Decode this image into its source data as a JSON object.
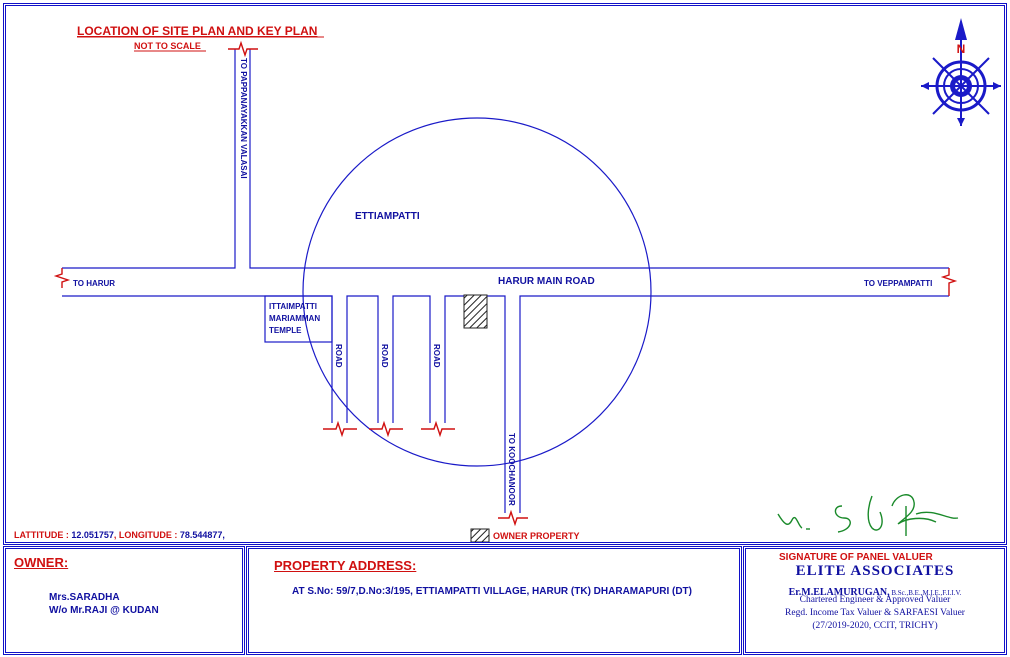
{
  "title": "LOCATION OF SITE PLAN AND KEY PLAN",
  "subtitle": "NOT TO SCALE",
  "map": {
    "village": "ETTIAMPATTI",
    "main_road": "HARUR MAIN ROAD",
    "to_harur": "TO HARUR",
    "to_veppampatti": "TO VEPPAMPATTI",
    "to_pappanayakkan": "TO PAPPANAYAKKAN VALASAI",
    "to_koochanoor": "TO KOOCHANOOR",
    "road": "ROAD",
    "temple_line1": "ITTAIMPATTI",
    "temple_line2": "MARIAMMAN",
    "temple_line3": "TEMPLE",
    "compass_n": "N"
  },
  "coords": {
    "lat_label": "LATTITUDE : ",
    "lat_value": "12.051757",
    "lon_label": ", LONGITUDE : ",
    "lon_value": "78.544877,"
  },
  "legend": {
    "owner_property": "OWNER PROPERTY"
  },
  "owner": {
    "heading": "OWNER:",
    "name": "Mrs.SARADHA",
    "relation": "W/o Mr.RAJI @ KUDAN"
  },
  "address": {
    "heading": "PROPERTY ADDRESS:",
    "text": "AT S.No: 59/7,D.No:3/195, ETTIAMPATTI VILLAGE, HARUR  (TK) DHARAMAPURI (DT)"
  },
  "valuer": {
    "signature_label": "SIGNATURE OF PANEL VALUER",
    "firm": "ELITE ASSOCIATES",
    "name": "Er.M.ELAMURUGAN,",
    "degrees": " B.Sc.,B.E.,M.I.E.,F.I.I.V.",
    "line1": "Chartered Engineer & Approved Valuer",
    "line2": "Regd. Income Tax Valuer & SARFAESI Valuer",
    "line3": "(27/2019-2020, CCIT, TRICHY)"
  },
  "colors": {
    "road": "#1a1ac8",
    "label": "#1010a0",
    "accent": "#d01010",
    "border": "#1010c8"
  }
}
